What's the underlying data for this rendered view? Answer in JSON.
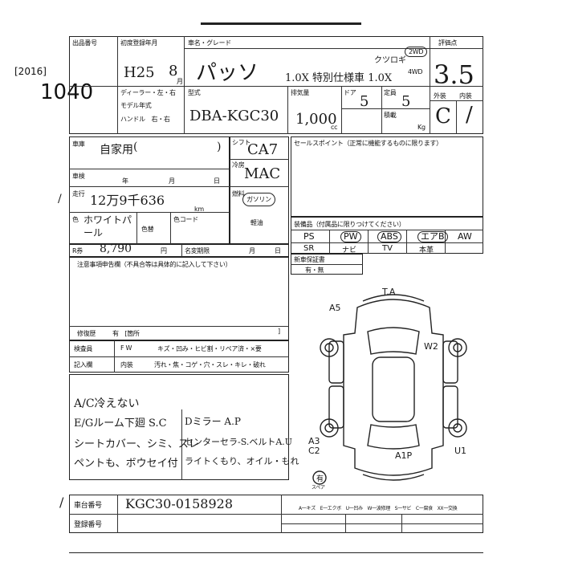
{
  "side": {
    "year": "[2016]",
    "lot": "1040"
  },
  "header": {
    "exhibit_no": "出品番号",
    "first_reg": "初度登録年月",
    "car_name": "車名・グレード",
    "drive_2wd": "2WD",
    "drive_4wd": "4WD",
    "score_label": "評価点",
    "dealer": "ディーラー・左・右",
    "model_year": "モデル年式",
    "handle": "ハンドル　右・右",
    "model_label": "型式",
    "displacement_label": "排気量",
    "doors_label": "ドア",
    "seats_label": "定員",
    "load_label": "積載",
    "exterior_label": "外装",
    "interior_label": "内装",
    "cc": "cc",
    "kg": "Kg"
  },
  "handwritten": {
    "era": "H25",
    "month": "8",
    "month_unit": "月",
    "car_name": "パッソ",
    "grade": "1.0X 特別仕様車 1.0X",
    "grade_note": "クツロギ",
    "model": "DBA-KGC30",
    "displacement": "1,000",
    "doors": "5",
    "seats": "5",
    "score": "3.5",
    "exterior": "C",
    "interior": "/",
    "usage": "自家用",
    "shift": "CA7",
    "ac": "MAC",
    "fuel": "ガソリン",
    "mileage": "12万9千636",
    "color": "ホワイトパール",
    "recycle": "8,790",
    "frame_no": "KGC30-0158928",
    "left_mark": "/",
    "comments_left": [
      "A/C冷えない",
      "E/Gルーム下廻 S.C",
      "シートカバー、シミ、スレ",
      "ペントも、ボウセイ付"
    ],
    "comments_right": [
      "Dミラー A.P",
      "センターセラ-S.ベルトA.U",
      "ライトくもり、オイル・もれ"
    ],
    "diagram_notes": [
      "T.A",
      "A5",
      "W2",
      "A3",
      "C2",
      "A1P",
      "U1",
      "有"
    ]
  },
  "form": {
    "usage_label": "車庫",
    "shift_label": "シフト",
    "ac_label": "冷房",
    "fuel_label": "燃料",
    "diesel": "軽油",
    "inspection_label": "車検",
    "year_unit": "年",
    "month_unit": "月",
    "day_unit": "日",
    "mileage_label": "走行",
    "km": "km",
    "color_label": "色",
    "color_change": "色替",
    "color_code": "色コード",
    "recycle_label": "R券",
    "yen": "円",
    "name_change": "名変期限",
    "sales_point": "セールスポイント（正常に機能するものに限ります）",
    "equip_label": "装備品（付属品に限りつけてください）",
    "equip": [
      "PS",
      "PW",
      "ABS",
      "エアB",
      "AW",
      "SR",
      "ナビ",
      "TV",
      "",
      "本革"
    ],
    "new_cert": "新車保証書",
    "cert_opts": "有・無",
    "notes_label": "注意事項申告欄（不具合等は具体的に記入して下さい）",
    "repair": "修復歴",
    "repair_detail": "有　[箇所",
    "inspector": "検査員",
    "marks": "記入欄",
    "fw": "F W",
    "fw_legend": "キズ・凹み・ヒビ割・リペア済・×要",
    "interior": "内装",
    "interior_legend": "汚れ・焦・コゲ・穴・スレ・キレ・破れ",
    "chassis_label": "車台番号",
    "reg_label": "登録番号",
    "diagram_legend": "A一キズ　E一エクボ　U一凹み　W一波修理　S一サビ　C一腐食　XX一交換",
    "spare": "スペア"
  },
  "colors": {
    "ink": "#1a1a1a",
    "line": "#222222"
  }
}
